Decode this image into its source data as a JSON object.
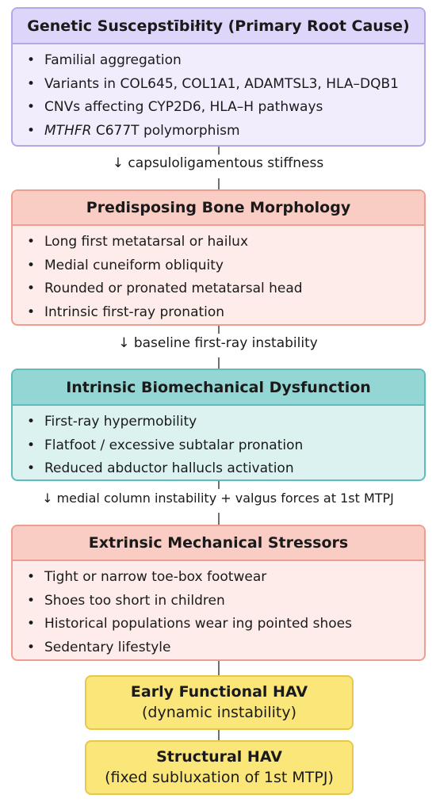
{
  "boxes": [
    {
      "title": "Genetic Suscepstībiłity (Primary Root Cause)",
      "items": [
        "Familial aggregation",
        "Variants in COL645, COL1A1, ADAMTSL3, HLA–DQB1",
        "CNVs affecting CYP2D6, HLA–H pathways",
        "MTHFR C677T polymorphism"
      ]
    },
    {
      "title": "Predisposing Bone Morphology",
      "items": [
        "Long first metatarsal or hailux",
        "Medial cuneiform obliquity",
        "Rounded or pronated metatarsal head",
        "Intrinsic first-ray pronation"
      ]
    },
    {
      "title": "Intrinsic Biomechanical Dysfunction",
      "items": [
        "First-ray hypermobility",
        "Flatfoot / excessive subtalar pronation",
        "Reduced abductor hallucls activation"
      ]
    },
    {
      "title": "Extrinsic Mechanical Stressors",
      "items": [
        "Tight or narrow toe-box footwear",
        "Shoes too short in children",
        "Historical populations wear ing pointed shoes",
        "Sedentary lifestyle"
      ]
    }
  ],
  "connectors": [
    "↓ capsuloligamentous stiffness",
    "↓ baseline first-ray instability",
    "↓ medial column instability + valgus forces at 1st MTPJ"
  ],
  "outcomes": [
    {
      "title": "Early Functional HAV",
      "subtitle": "(dynamic instability)"
    },
    {
      "title": "Structural HAV",
      "subtitle": "(fixed subluxation of 1st MTPJ)"
    }
  ]
}
